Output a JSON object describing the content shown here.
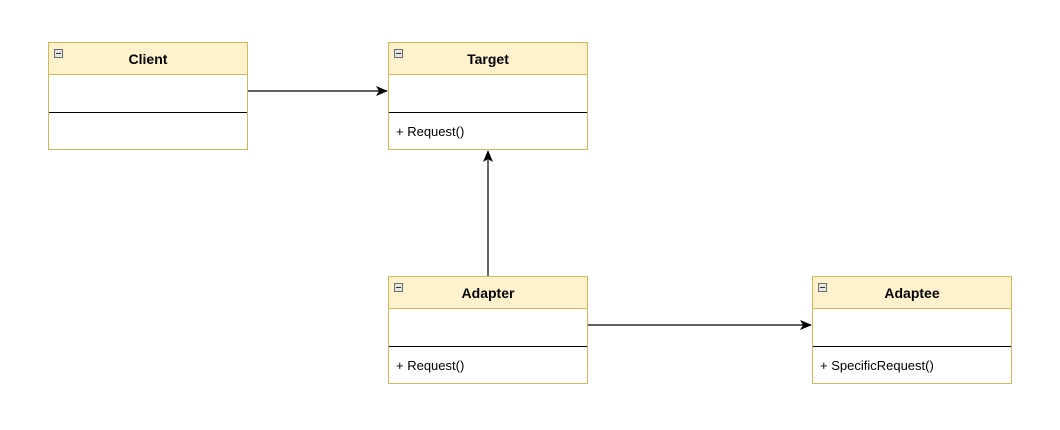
{
  "classes": {
    "client": {
      "name": "Client",
      "methods": []
    },
    "target": {
      "name": "Target",
      "methods": [
        "+ Request()"
      ]
    },
    "adapter": {
      "name": "Adapter",
      "methods": [
        "+ Request()"
      ]
    },
    "adaptee": {
      "name": "Adaptee",
      "methods": [
        "+ SpecificRequest()"
      ]
    }
  },
  "relations": [
    {
      "from": "client",
      "to": "target",
      "type": "association"
    },
    {
      "from": "adapter",
      "to": "target",
      "type": "association"
    },
    {
      "from": "adapter",
      "to": "adaptee",
      "type": "association"
    }
  ],
  "colors": {
    "header_fill": "#fff2cc",
    "border": "#d6b656",
    "edge": "#000000"
  }
}
